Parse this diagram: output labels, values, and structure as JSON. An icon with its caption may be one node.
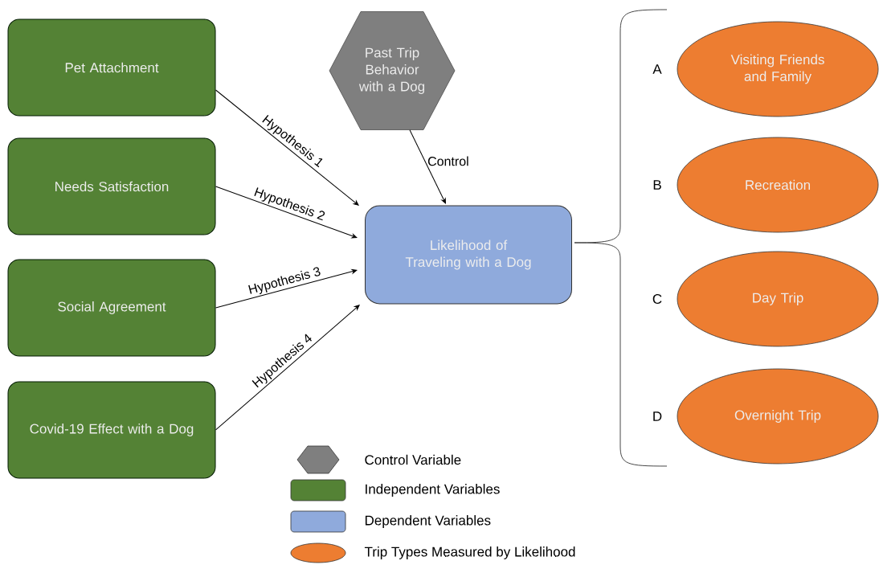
{
  "diagram": {
    "nodes": [
      {
        "text": [
          "Pet Attachment"
        ]
      },
      {
        "text": [
          "Needs Satisfaction"
        ]
      },
      {
        "text": [
          "Social Agreement"
        ]
      },
      {
        "text": [
          "Covid-19 Effect with a Dog"
        ]
      },
      {
        "text": [
          "Past Trip Behavior with a Dog"
        ]
      },
      {
        "text": [
          "Likelihood of Traveling with a Dog"
        ]
      },
      {
        "text": [
          "Visiting Friends and Family"
        ]
      },
      {
        "text": [
          "Recreation"
        ]
      },
      {
        "text": [
          "Day Trip"
        ]
      },
      {
        "text": [
          "Overnight Trip"
        ]
      }
    ],
    "edges": [
      {
        "from": 0,
        "to": 5,
        "label": "Hypothesis 1",
        "arrow": "to"
      },
      {
        "from": 1,
        "to": 5,
        "label": "Hypothesis 2",
        "arrow": "to"
      },
      {
        "from": 2,
        "to": 5,
        "label": "Hypothesis 3",
        "arrow": "to"
      },
      {
        "from": 3,
        "to": 5,
        "label": "Hypothesis 4",
        "arrow": "to"
      },
      {
        "from": 4,
        "to": 5,
        "label": "Control",
        "arrow": "to"
      }
    ],
    "labels": [
      "A",
      "B",
      "C",
      "D"
    ],
    "legend": [
      {
        "text": "Control Variable",
        "color": "#7f7f7f"
      },
      {
        "text": "Independent Variables",
        "color": "#548235"
      },
      {
        "text": "Dependent Variables",
        "color": "#8faadc"
      },
      {
        "text": "Trip Types Measured by Likelihood",
        "color": "#ed7d31"
      }
    ]
  }
}
